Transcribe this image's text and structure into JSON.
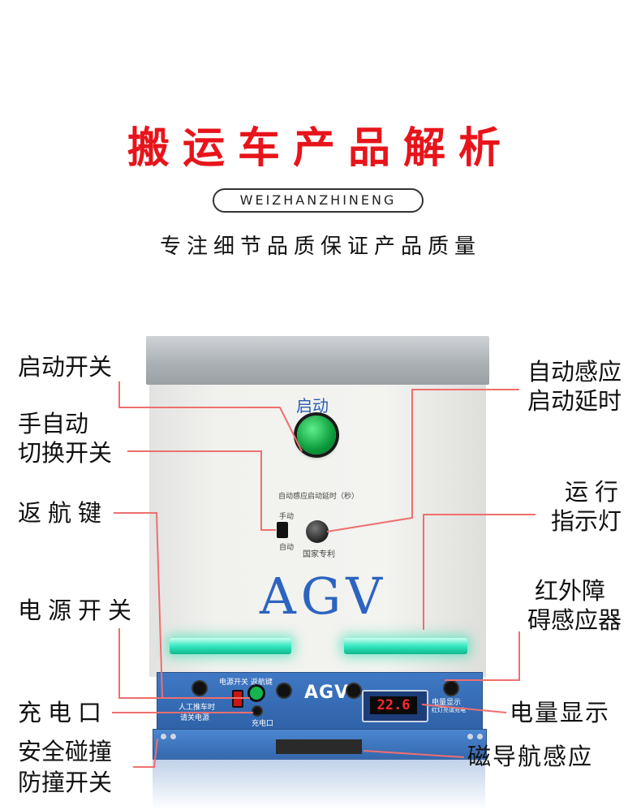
{
  "header": {
    "title": "搬运车产品解析",
    "brand": "WEIZHANZHINENG",
    "subtitle": "专注细节品质保证产品质量"
  },
  "labels_left": {
    "start_switch": "启动开关",
    "manual_auto_line1": "手自动",
    "manual_auto_line2": "切换开关",
    "return_key": "返航键",
    "power_switch": "电源开关",
    "charge_port": "充电口",
    "bumper_line1": "安全碰撞",
    "bumper_line2": "防撞开关"
  },
  "labels_right": {
    "auto_delay_line1": "自动感应",
    "auto_delay_line2": "启动延时",
    "run_light_line1": "运行",
    "run_light_line2": "指示灯",
    "infrared_line1": "红外障",
    "infrared_line2": "碍感应器",
    "battery_display": "电量显示",
    "magnetic_sensor": "磁导航感应"
  },
  "machine": {
    "start_label": "启动",
    "delay_caption": "自动感应启动延时（秒）",
    "mode_manual": "手动",
    "mode_auto": "自动",
    "patent": "国家专利",
    "brand_big": "AGV",
    "panel_power_return": "电源开关  返航键",
    "panel_warning_1": "人工推车时",
    "panel_warning_2": "请关电源",
    "panel_charge": "充电口",
    "panel_brand": "AGV",
    "meter_value": "22.6",
    "meter_caption_1": "电量显示",
    "meter_caption_2": "红灯亮请充电"
  },
  "colors": {
    "title_red": "#e8141b",
    "callout_line": "#ee6f6f",
    "panel_blue": "#3568ad",
    "led_green": "#35e8c0"
  }
}
